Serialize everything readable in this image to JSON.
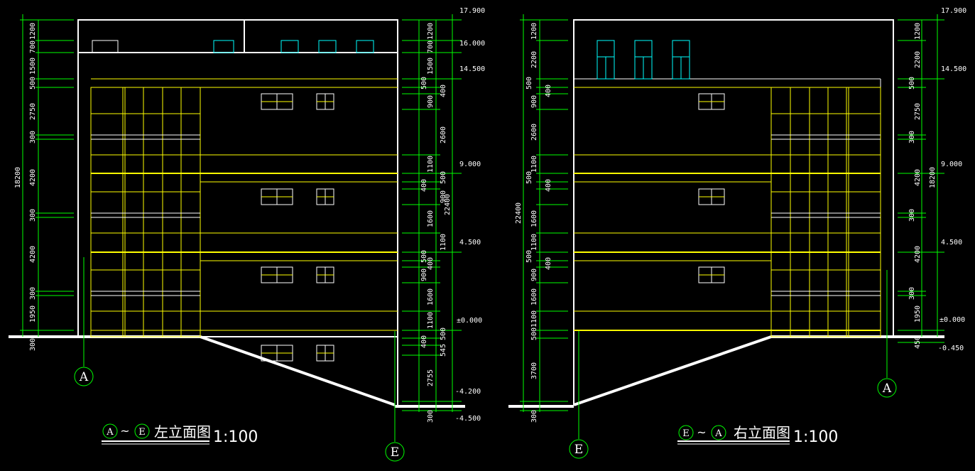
{
  "left_drawing": {
    "title_axes": [
      "A",
      "E"
    ],
    "title_sep": "~",
    "title_text": "左立面图",
    "scale": "1:100",
    "elevations": [
      "17.900",
      "16.000",
      "14.500",
      "9.000",
      "4.500",
      "±0.000",
      "-4.200",
      "-4.500"
    ],
    "left_dims": [
      "1200",
      "700",
      "1500",
      "500",
      "2750",
      "300",
      "4200",
      "300",
      "4200",
      "300",
      "1950",
      "300"
    ],
    "left_total": "18200",
    "right_outer_dims": [
      "1200",
      "700",
      "1500",
      "500",
      "400",
      "900",
      "2600",
      "1100",
      "500",
      "400",
      "900",
      "1600",
      "1100",
      "500",
      "400",
      "900",
      "1600",
      "1100",
      "500",
      "400",
      "545",
      "2755",
      "300"
    ],
    "right_total": "22400",
    "axis_bottom_left": "A",
    "axis_bottom_right": "E"
  },
  "right_drawing": {
    "title_axes": [
      "E",
      "A"
    ],
    "title_sep": "~",
    "title_text": "右立面图",
    "scale": "1:100",
    "elevations": [
      "17.900",
      "14.500",
      "9.000",
      "4.500",
      "±0.000",
      "-0.450"
    ],
    "left_dims": [
      "1200",
      "2200",
      "500",
      "400",
      "900",
      "2600",
      "500",
      "1100",
      "400",
      "1600",
      "500",
      "1100",
      "400",
      "900",
      "1600",
      "5001100",
      "3700",
      "300"
    ],
    "left_total": "22400",
    "right_dims": [
      "1200",
      "2200",
      "500",
      "2750",
      "300",
      "4200",
      "300",
      "4200",
      "300",
      "1950",
      "450"
    ],
    "right_total": "18200",
    "axis_bottom_left": "E",
    "axis_bottom_right": "A"
  },
  "colors": {
    "background": "#000000",
    "outline": "#ffffff",
    "floor_lines": "#ffff00",
    "dimension": "#00ff00",
    "roof_windows": "#00ffff"
  }
}
